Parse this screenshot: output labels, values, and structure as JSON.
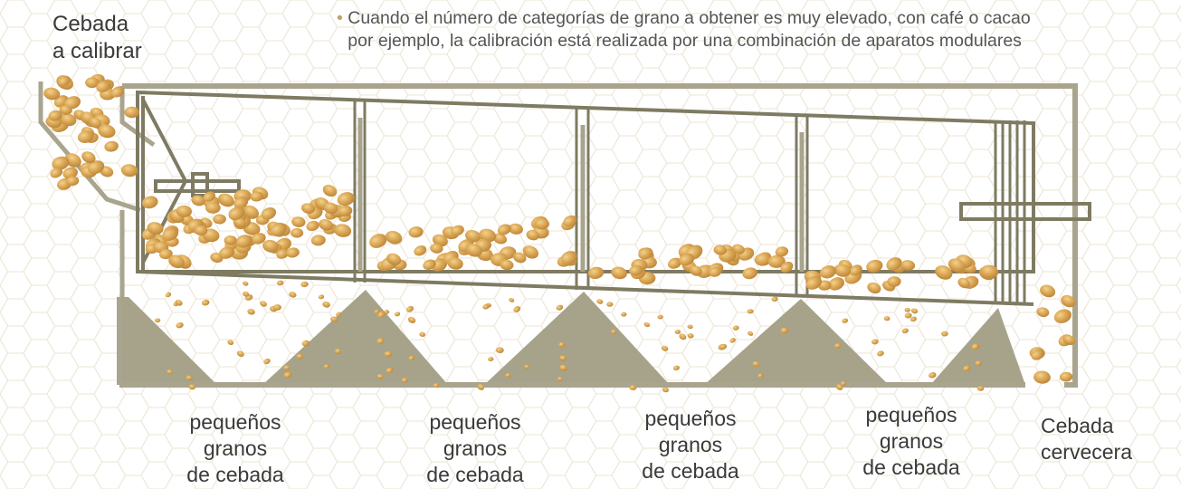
{
  "input_label": [
    "Cebada",
    "a calibrar"
  ],
  "bullet_note": {
    "line1": "Cuando el número de categorías de grano a obtener es muy elevado, con café o cacao",
    "line2": "por ejemplo, la calibración está realizada por una combinación de aparatos modulares"
  },
  "outputs": [
    [
      "pequeños",
      "granos",
      "de cebada"
    ],
    [
      "pequeños",
      "granos",
      "de cebada"
    ],
    [
      "pequeños",
      "granos",
      "de cebada"
    ],
    [
      "pequeños",
      "granos",
      "de cebada"
    ]
  ],
  "final_output": [
    "Cebada",
    "cervecera"
  ],
  "colors": {
    "frame": "#7e7b62",
    "frame_light": "#a8a48e",
    "hopper": "#a7a38a",
    "grain": "#d9a452",
    "grain_edge": "#b8843a",
    "grain_highlight": "#f3d28c",
    "hex_pattern": "#efe9db"
  }
}
